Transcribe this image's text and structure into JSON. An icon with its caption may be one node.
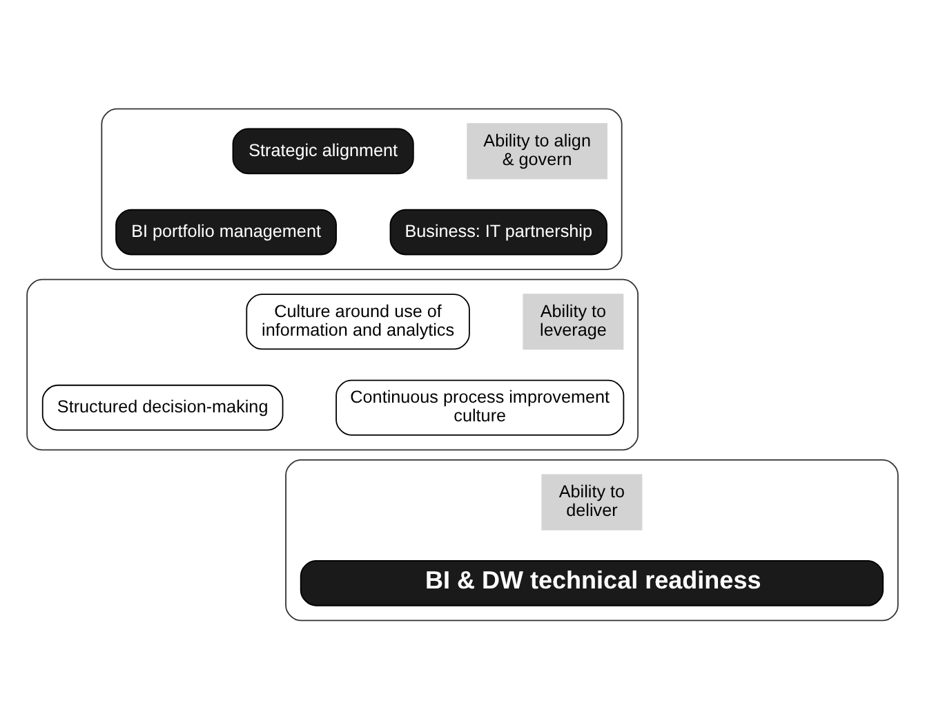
{
  "diagram": {
    "nodes": [
      {
        "text": [],
        "shape": "box"
      },
      {
        "text": [
          "Ability to align & govern"
        ],
        "in": 0
      },
      {
        "text": [
          "Strategic alignment"
        ],
        "in": 0
      },
      {
        "text": [
          "Business: IT partnership"
        ],
        "in": 0
      },
      {
        "text": [
          "BI portfolio management"
        ],
        "in": 0
      },
      {
        "text": [],
        "shape": "box"
      },
      {
        "text": [
          "Ability to leverage"
        ],
        "in": 5
      },
      {
        "text": [
          "Culture around use of information and analytics"
        ],
        "in": 5
      },
      {
        "text": [
          "Continuous process improvement culture"
        ],
        "in": 5
      },
      {
        "text": [
          "Structured decision-making"
        ],
        "in": 5
      },
      {
        "text": [],
        "shape": "box"
      },
      {
        "text": [
          "Ability to deliver"
        ],
        "in": 10
      },
      {
        "text": [
          "BI & DW technical readiness"
        ],
        "in": 10
      }
    ]
  }
}
